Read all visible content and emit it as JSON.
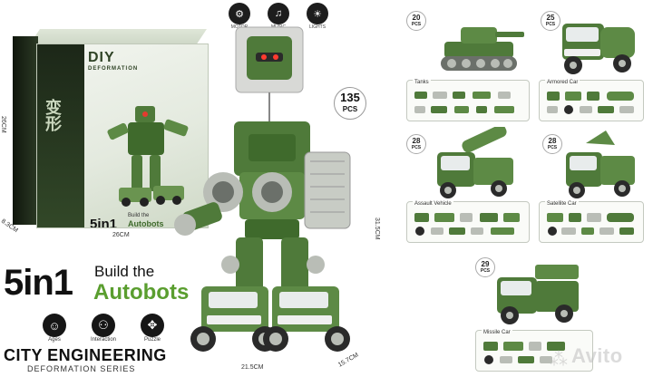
{
  "box": {
    "title": "DIY",
    "subtitle": "DEFORMATION",
    "kanji": "变形",
    "brand_5in1": "5in1",
    "brand_build": "Build the",
    "brand_autobots": "Autobots",
    "dim_height": "26CM",
    "dim_depth": "8.3CM",
    "dim_width": "26CM"
  },
  "top_badges": [
    {
      "label": "MOTOR"
    },
    {
      "label": "MUSIC"
    },
    {
      "label": "LIGHTS"
    }
  ],
  "robot": {
    "pcs_count": "135",
    "pcs_unit": "PCS",
    "dim_height": "31.5CM",
    "dim_width": "21.5CM",
    "dim_depth": "15.7CM"
  },
  "headline": {
    "number": "5in1",
    "build": "Build the",
    "autobots": "Autobots"
  },
  "features": [
    {
      "label": "Ages"
    },
    {
      "label": "Interaction"
    },
    {
      "label": "Puzzle"
    }
  ],
  "footer": {
    "title": "CITY ENGINEERING",
    "subtitle": "DEFORMATION SERIES"
  },
  "vehicles": [
    {
      "pcs": "20",
      "unit": "PCS",
      "name": "Tanks"
    },
    {
      "pcs": "25",
      "unit": "PCS",
      "name": "Armored Car"
    },
    {
      "pcs": "28",
      "unit": "PCS",
      "name": "Assault Vehicle"
    },
    {
      "pcs": "28",
      "unit": "PCS",
      "name": "Satellite Car"
    },
    {
      "pcs": "29",
      "unit": "PCS",
      "name": "Missile Car"
    }
  ],
  "watermark": "Avito",
  "colors": {
    "army_green": "#4f7a3a",
    "army_dark": "#2f4a24",
    "accent_green": "#5a9e2f",
    "gray_part": "#b9bdb6"
  }
}
